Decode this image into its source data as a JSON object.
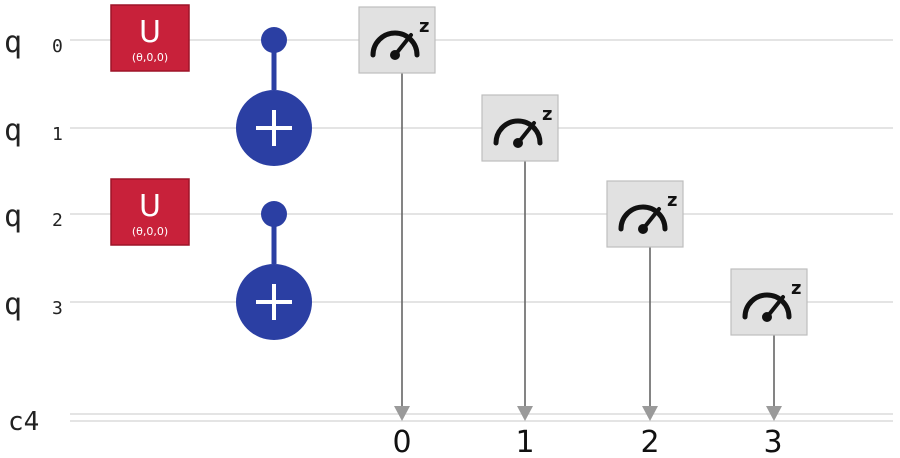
{
  "circuit": {
    "qubits": [
      {
        "label": "q",
        "index": "0"
      },
      {
        "label": "q",
        "index": "1"
      },
      {
        "label": "q",
        "index": "2"
      },
      {
        "label": "q",
        "index": "3"
      }
    ],
    "classical_register": {
      "label": "c4",
      "bits": [
        "0",
        "1",
        "2",
        "3"
      ]
    },
    "u_gates": [
      {
        "qubit": 0,
        "label": "U",
        "params": "(θ,0,0)"
      },
      {
        "qubit": 2,
        "label": "U",
        "params": "(θ,0,0)"
      }
    ],
    "cnots": [
      {
        "control": 0,
        "target": 1
      },
      {
        "control": 2,
        "target": 3
      }
    ],
    "measurements": [
      {
        "qubit": 0,
        "bit": 0,
        "basis": "z"
      },
      {
        "qubit": 1,
        "bit": 1,
        "basis": "z"
      },
      {
        "qubit": 2,
        "bit": 2,
        "basis": "z"
      },
      {
        "qubit": 3,
        "bit": 3,
        "basis": "z"
      }
    ],
    "colors": {
      "u_gate": "#c8213a",
      "cnot": "#2b3fa3",
      "measure_box": "#e1e1e1",
      "wire": "#dcdcdc",
      "arrow": "#666666"
    }
  }
}
